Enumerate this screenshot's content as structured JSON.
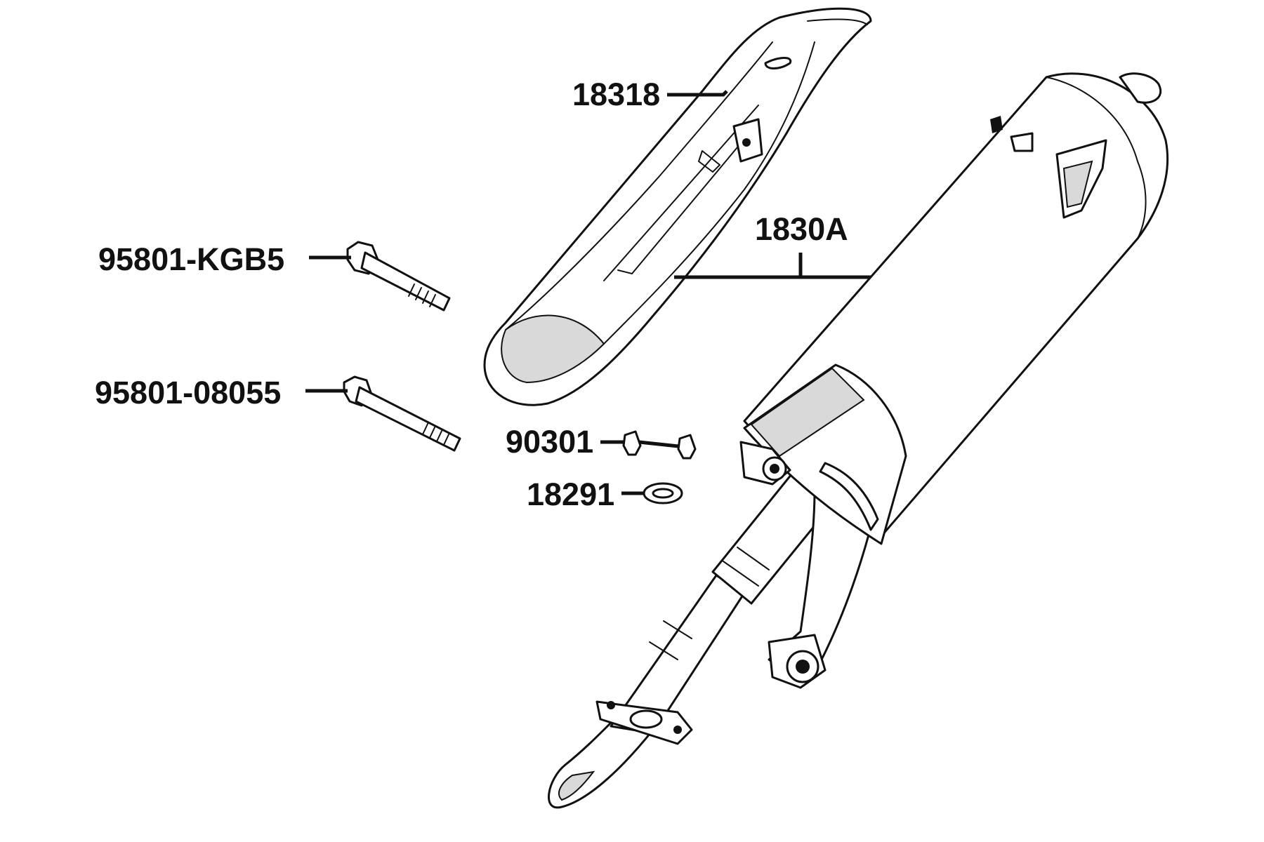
{
  "diagram": {
    "colors": {
      "line": "#111111",
      "shade": "#d9d9d9",
      "background": "#ffffff"
    },
    "parts": [
      {
        "id": "p18318",
        "number": "18318"
      },
      {
        "id": "p1830A",
        "number": "1830A"
      },
      {
        "id": "p95801KGB5",
        "number": "95801-KGB5"
      },
      {
        "id": "p9580108055",
        "number": "95801-08055"
      },
      {
        "id": "p90301",
        "number": "90301"
      },
      {
        "id": "p18291",
        "number": "18291"
      }
    ]
  }
}
